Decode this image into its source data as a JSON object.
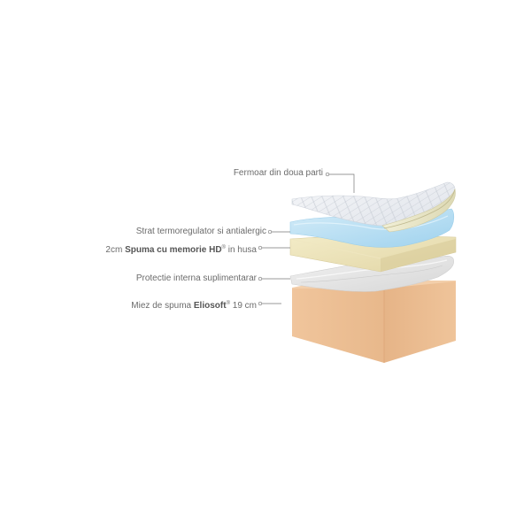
{
  "diagram": {
    "labels": {
      "zipper": "Fermoar din doua parti",
      "thermo": "Strat termoregulator si antialergic",
      "memory_prefix": "2cm ",
      "memory_bold": "Spuma cu memorie HD",
      "memory_reg": "®",
      "memory_suffix": " in husa",
      "protection": "Protectie interna suplimentarar",
      "core_prefix": "Miez de spuma ",
      "core_bold": "Eliosoft",
      "core_reg": "®",
      "core_suffix": " 19 cm"
    },
    "colors": {
      "cover_top": "#eef0f3",
      "cover_edge": "#e9e6c6",
      "blue": "#b6def2",
      "memory": "#ebe1b6",
      "fleece": "#e3e3e3",
      "core_front": "#edbf94",
      "core_side": "#e4b58a",
      "core_top": "#f1c9a2",
      "leader": "#777777"
    }
  }
}
